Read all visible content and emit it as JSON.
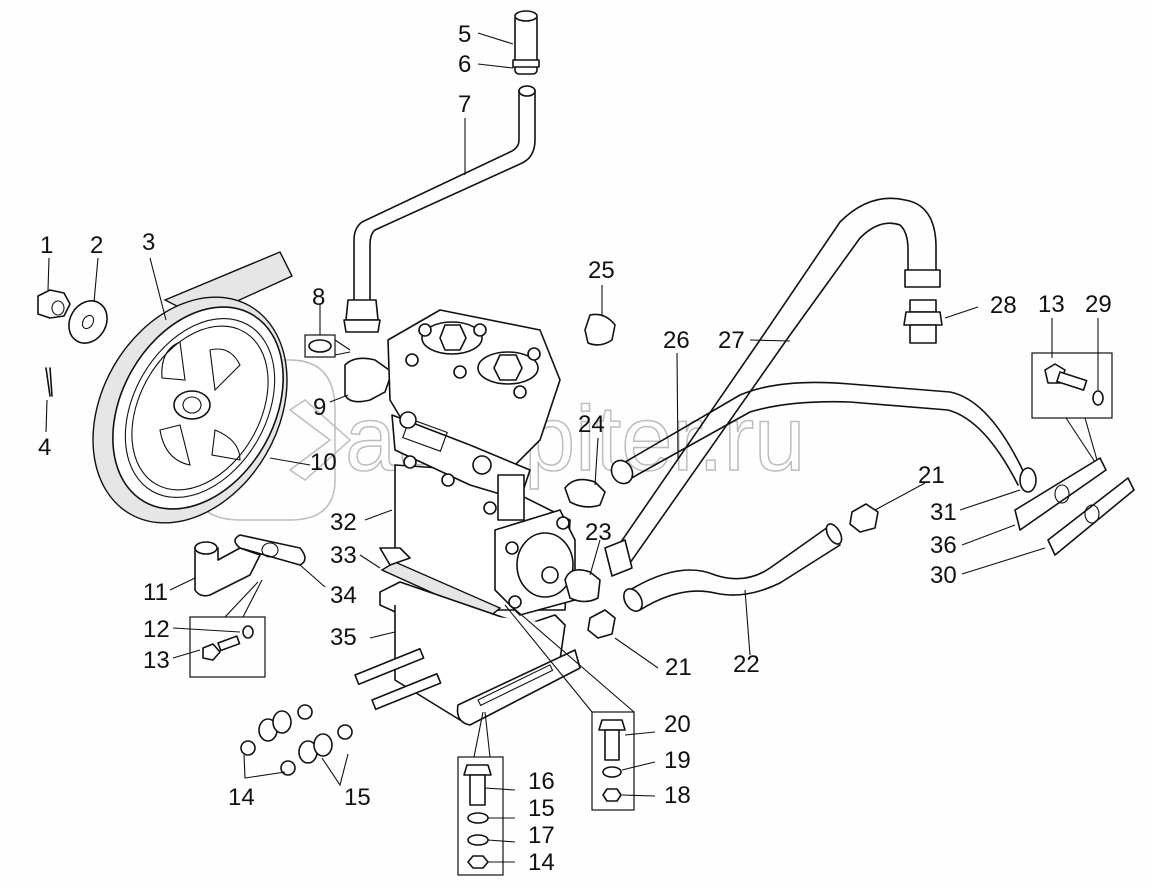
{
  "diagram": {
    "title": "Compressor installation — exploded parts view",
    "watermark": {
      "text": "autopiter.ru",
      "logo_icon": "autopiter-logo-icon"
    },
    "callouts": [
      {
        "id": "c1",
        "label": "1",
        "part": "castle-nut"
      },
      {
        "id": "c2",
        "label": "2",
        "part": "washer"
      },
      {
        "id": "c3",
        "label": "3",
        "part": "drive-belt"
      },
      {
        "id": "c4",
        "label": "4",
        "part": "cotter-pin"
      },
      {
        "id": "c5",
        "label": "5",
        "part": "hose"
      },
      {
        "id": "c6",
        "label": "6",
        "part": "hose-clamp"
      },
      {
        "id": "c7",
        "label": "7",
        "part": "intake-tube"
      },
      {
        "id": "c8",
        "label": "8",
        "part": "o-ring"
      },
      {
        "id": "c9",
        "label": "9",
        "part": "elbow-fitting"
      },
      {
        "id": "c10",
        "label": "10",
        "part": "pulley"
      },
      {
        "id": "c11",
        "label": "11",
        "part": "coolant-pipe-elbow"
      },
      {
        "id": "c12",
        "label": "12",
        "part": "lock-washer"
      },
      {
        "id": "c13a",
        "label": "13",
        "part": "bolt"
      },
      {
        "id": "c14a",
        "label": "14",
        "part": "nut"
      },
      {
        "id": "c15a",
        "label": "15",
        "part": "washer"
      },
      {
        "id": "c16",
        "label": "16",
        "part": "bolt"
      },
      {
        "id": "c15b",
        "label": "15",
        "part": "washer"
      },
      {
        "id": "c17",
        "label": "17",
        "part": "spring-washer"
      },
      {
        "id": "c14b",
        "label": "14",
        "part": "nut"
      },
      {
        "id": "c20",
        "label": "20",
        "part": "bolt"
      },
      {
        "id": "c19",
        "label": "19",
        "part": "spring-washer"
      },
      {
        "id": "c18",
        "label": "18",
        "part": "nut"
      },
      {
        "id": "c21a",
        "label": "21",
        "part": "union-fitting"
      },
      {
        "id": "c21b",
        "label": "21",
        "part": "union-fitting"
      },
      {
        "id": "c22",
        "label": "22",
        "part": "coolant-tube"
      },
      {
        "id": "c23",
        "label": "23",
        "part": "elbow"
      },
      {
        "id": "c24",
        "label": "24",
        "part": "elbow"
      },
      {
        "id": "c25",
        "label": "25",
        "part": "elbow"
      },
      {
        "id": "c26",
        "label": "26",
        "part": "coolant-tube"
      },
      {
        "id": "c27",
        "label": "27",
        "part": "discharge-tube"
      },
      {
        "id": "c28",
        "label": "28",
        "part": "union-fitting"
      },
      {
        "id": "c13b",
        "label": "13",
        "part": "bolt"
      },
      {
        "id": "c29",
        "label": "29",
        "part": "lock-washer"
      },
      {
        "id": "c31",
        "label": "31",
        "part": "clamp"
      },
      {
        "id": "c36",
        "label": "36",
        "part": "flange"
      },
      {
        "id": "c30",
        "label": "30",
        "part": "gasket"
      },
      {
        "id": "c32",
        "label": "32",
        "part": "compressor"
      },
      {
        "id": "c33",
        "label": "33",
        "part": "gasket"
      },
      {
        "id": "c34",
        "label": "34",
        "part": "gasket"
      },
      {
        "id": "c35",
        "label": "35",
        "part": "bracket"
      }
    ]
  }
}
